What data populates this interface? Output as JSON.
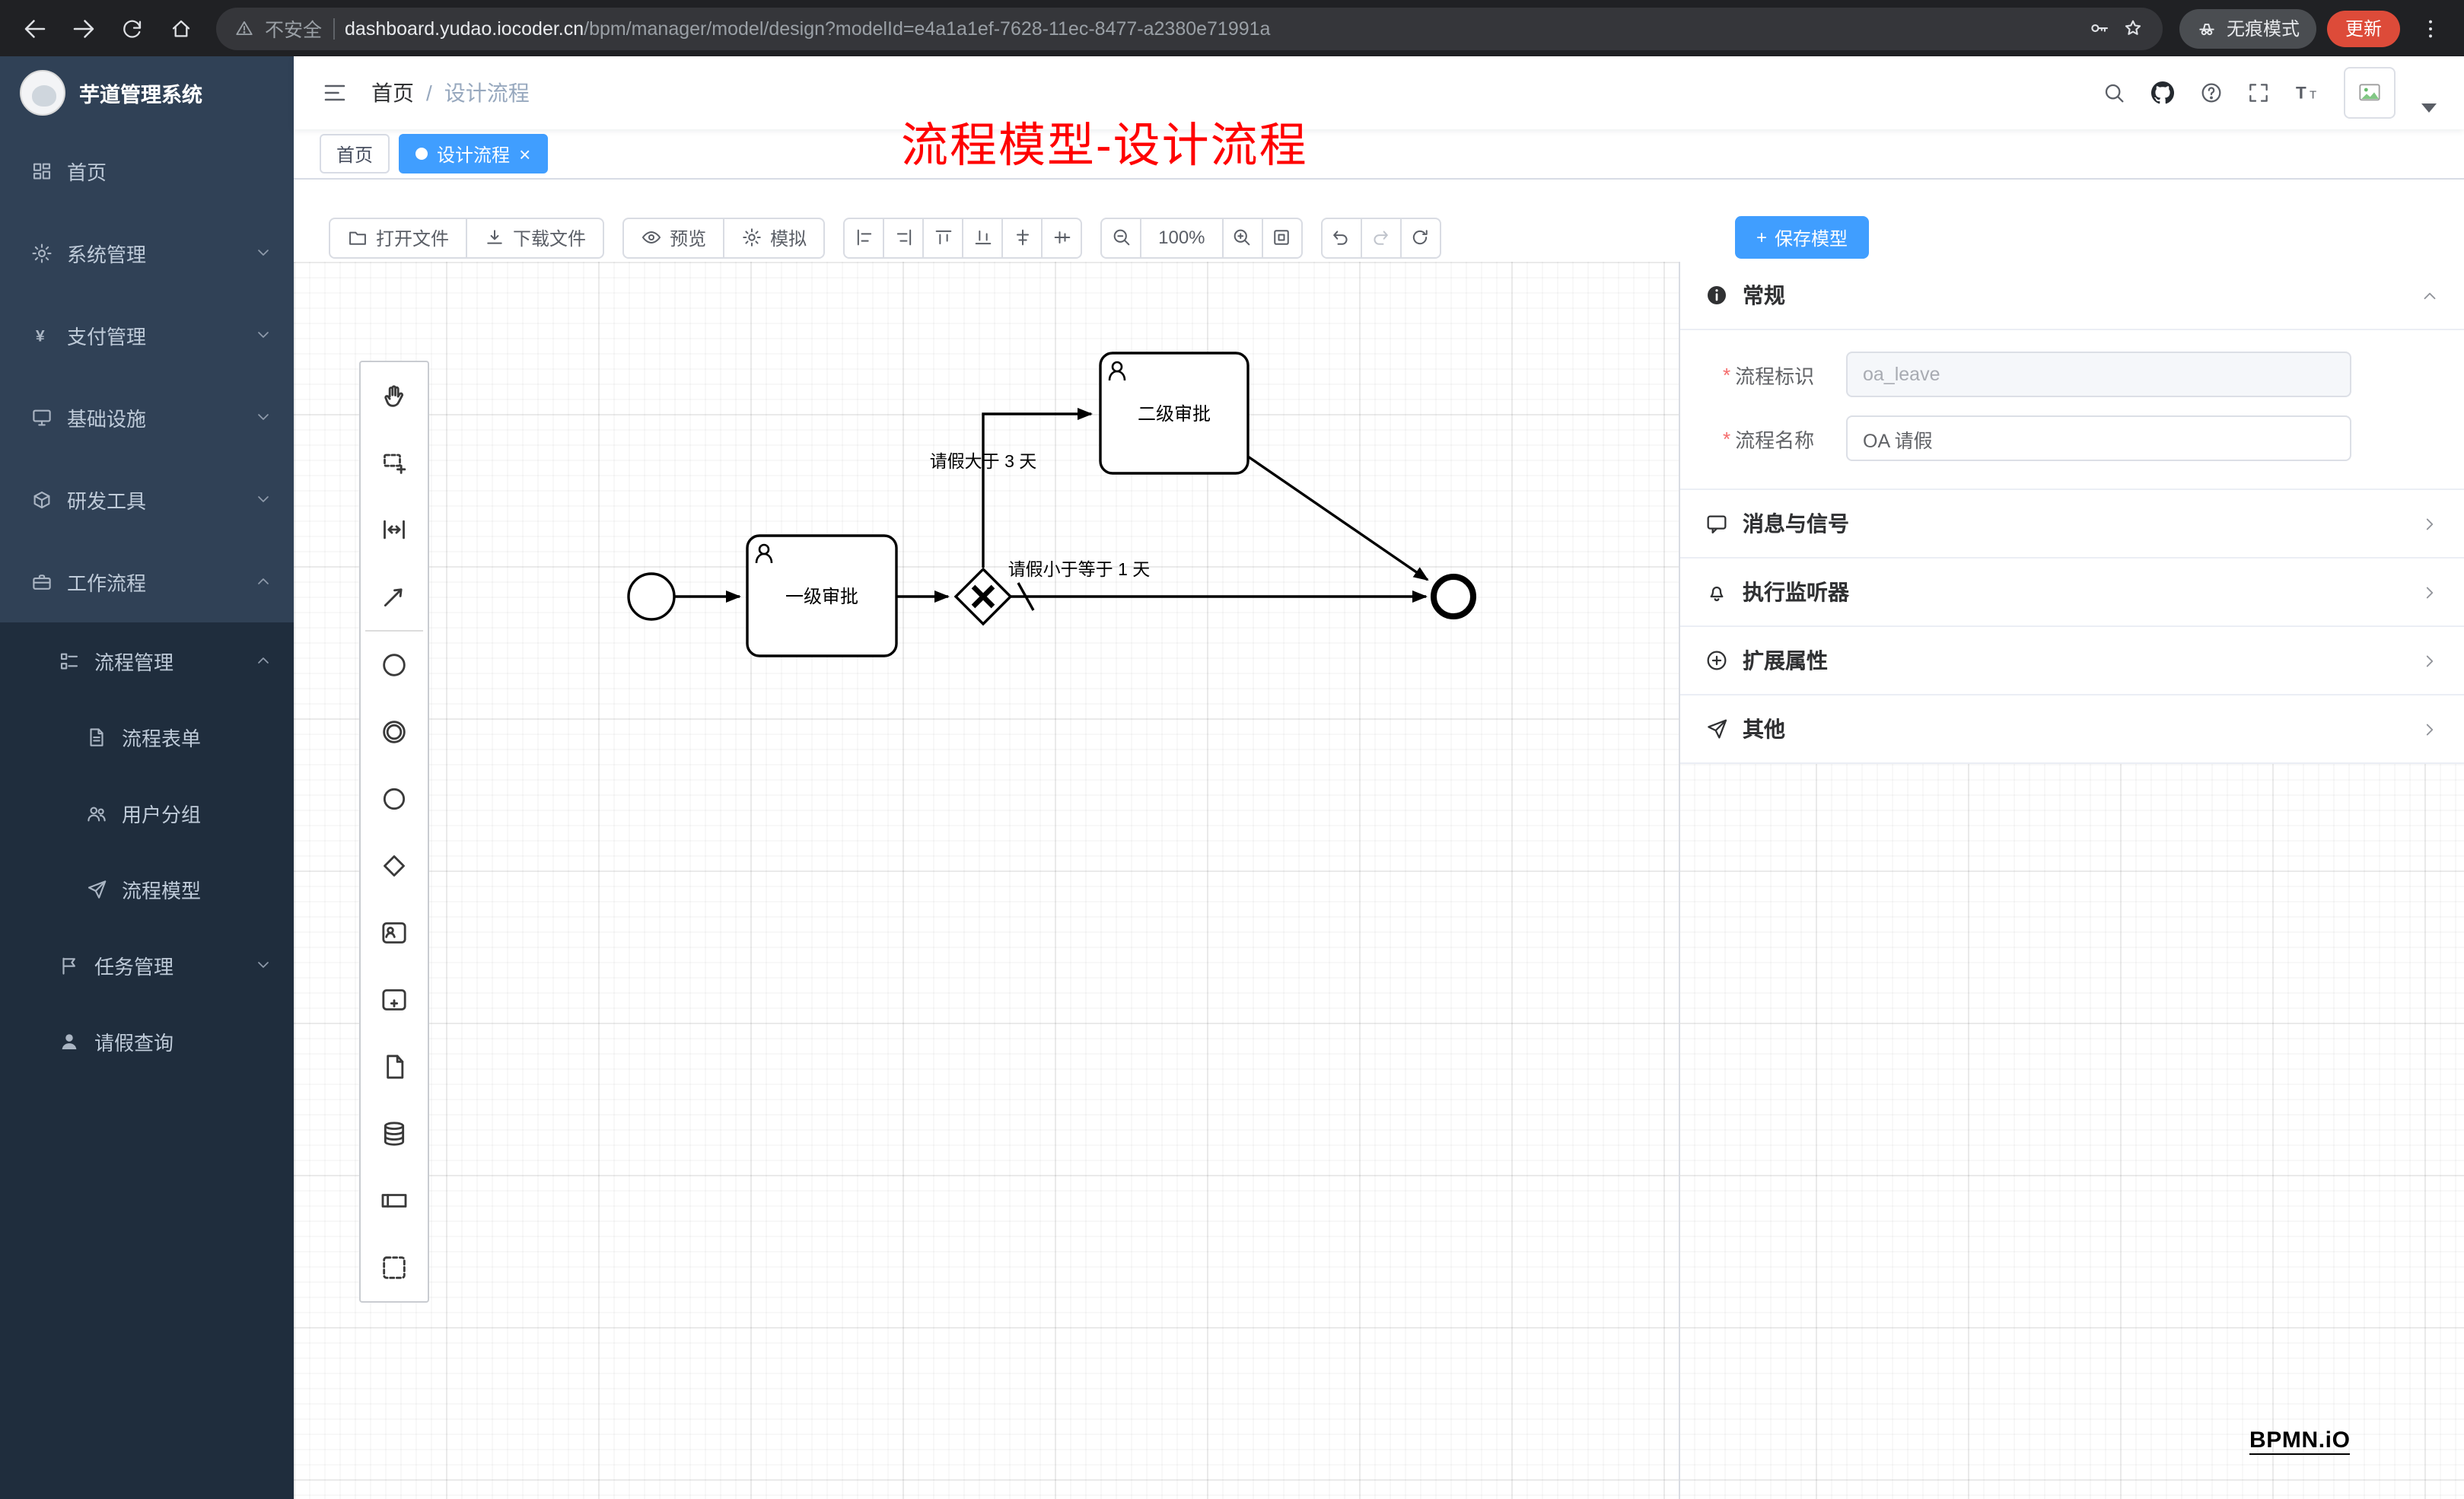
{
  "browser": {
    "security_label": "不安全",
    "url_host": "dashboard.yudao.iocoder.cn",
    "url_path": "/bpm/manager/model/design?modelId=e4a1a1ef-7628-11ec-8477-a2380e71991a",
    "incognito_label": "无痕模式",
    "update_label": "更新"
  },
  "sidebar": {
    "app_title": "芋道管理系统",
    "items": [
      {
        "label": "首页",
        "icon": "dashboard-icon",
        "level": 1
      },
      {
        "label": "系统管理",
        "icon": "gear-icon",
        "level": 1,
        "chevron": "down"
      },
      {
        "label": "支付管理",
        "icon": "yen-icon",
        "level": 1,
        "chevron": "down"
      },
      {
        "label": "基础设施",
        "icon": "monitor-icon",
        "level": 1,
        "chevron": "down"
      },
      {
        "label": "研发工具",
        "icon": "cube-icon",
        "level": 1,
        "chevron": "down"
      },
      {
        "label": "工作流程",
        "icon": "briefcase-icon",
        "level": 1,
        "chevron": "up",
        "expanded": true
      },
      {
        "label": "流程管理",
        "icon": "tree-icon",
        "level": 2,
        "chevron": "up",
        "expanded": true
      },
      {
        "label": "流程表单",
        "icon": "document-icon",
        "level": 3
      },
      {
        "label": "用户分组",
        "icon": "users-icon",
        "level": 3
      },
      {
        "label": "流程模型",
        "icon": "send-icon",
        "level": 3
      },
      {
        "label": "任务管理",
        "icon": "flag-icon",
        "level": 2,
        "chevron": "down"
      },
      {
        "label": "请假查询",
        "icon": "person-icon",
        "level": 2
      }
    ]
  },
  "header": {
    "breadcrumb": [
      "首页",
      "设计流程"
    ],
    "separator": "/"
  },
  "annotation": {
    "text": "流程模型-设计流程",
    "color": "#FF0000"
  },
  "tabs": [
    {
      "label": "首页",
      "active": false
    },
    {
      "label": "设计流程",
      "active": true,
      "close": "×"
    }
  ],
  "toolbar": {
    "open_file": "打开文件",
    "download_file": "下载文件",
    "preview": "预览",
    "simulate": "模拟",
    "zoom_level": "100%",
    "save_plus": "+",
    "save_model": "保存模型"
  },
  "palette": {
    "items": [
      "hand-tool",
      "lasso-tool",
      "space-tool",
      "global-connect-tool",
      "create-start-event",
      "create-intermediate-event",
      "create-end-event",
      "create-gateway",
      "create-user-task",
      "create-subprocess",
      "create-data-object",
      "create-data-store",
      "create-participant",
      "create-group"
    ]
  },
  "diagram": {
    "nodes": [
      {
        "id": "start",
        "type": "start-event"
      },
      {
        "id": "task1",
        "type": "user-task",
        "label": "一级审批"
      },
      {
        "id": "gateway1",
        "type": "exclusive-gateway"
      },
      {
        "id": "task2",
        "type": "user-task",
        "label": "二级审批"
      },
      {
        "id": "end",
        "type": "end-event"
      }
    ],
    "flows": [
      {
        "from": "gateway1",
        "to": "task2",
        "label": "请假大于 3 天"
      },
      {
        "from": "gateway1",
        "to": "end",
        "label": "请假小于等于 1 天",
        "default": true
      }
    ]
  },
  "panel": {
    "general_title": "常规",
    "required_marker": "*",
    "fields": {
      "process_key": {
        "label": "流程标识",
        "value": "oa_leave",
        "disabled": true
      },
      "process_name": {
        "label": "流程名称",
        "value": "OA 请假"
      }
    },
    "sections": [
      {
        "title": "消息与信号"
      },
      {
        "title": "执行监听器"
      },
      {
        "title": "扩展属性"
      },
      {
        "title": "其他"
      }
    ]
  },
  "watermark": {
    "text": "BPMN.iO"
  },
  "colors": {
    "primary": "#409EFF",
    "sidebar_bg": "#304156",
    "sidebar_submenu_bg": "#1F2D3D",
    "annotation_red": "#FF0000",
    "required_red": "#F56C6C",
    "update_badge": "#DD4B39"
  },
  "icons": [
    "back-icon",
    "forward-icon",
    "reload-icon",
    "home-icon",
    "warning-icon",
    "key-icon",
    "bookmark-star-icon",
    "incognito-spy-icon",
    "kebab-menu-icon",
    "fold-menu-icon",
    "search-icon",
    "github-icon",
    "help-icon",
    "fullscreen-icon",
    "font-size-icon",
    "avatar-placeholder-icon",
    "folder-icon",
    "download-icon",
    "eye-icon",
    "gear-icon",
    "align-left-icon",
    "align-right-icon",
    "align-top-icon",
    "align-bottom-icon",
    "align-center-h-icon",
    "align-center-v-icon",
    "zoom-out-icon",
    "zoom-in-icon",
    "fit-viewport-icon",
    "undo-icon",
    "redo-icon",
    "restart-icon",
    "info-icon",
    "message-icon",
    "bell-icon",
    "plus-circle-icon",
    "send-icon",
    "chevron-up-icon",
    "chevron-right-icon"
  ]
}
